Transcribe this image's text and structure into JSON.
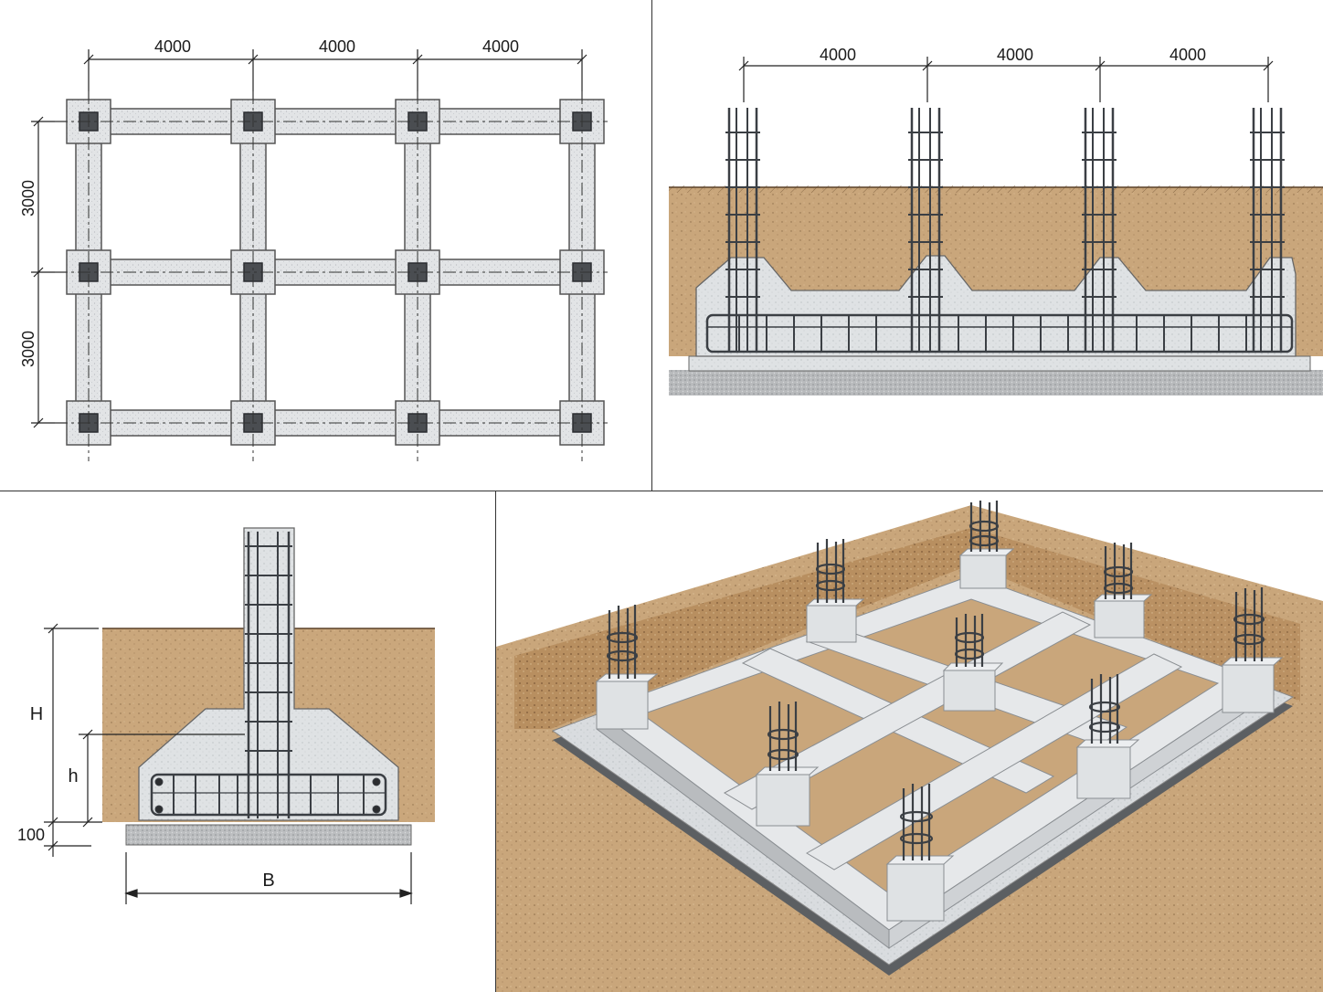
{
  "plan": {
    "top_dims": [
      "4000",
      "4000",
      "4000"
    ],
    "side_dims": [
      "3000",
      "3000"
    ]
  },
  "elevation": {
    "top_dims": [
      "4000",
      "4000",
      "4000"
    ]
  },
  "section": {
    "labels": {
      "H": "H",
      "h": "h",
      "base_offset": "100",
      "B": "B"
    }
  },
  "colors": {
    "soil": "#c9a67b",
    "concrete": "#dcdfe1",
    "rebar": "#3b3f44",
    "gravel": "#b9bbbd"
  }
}
